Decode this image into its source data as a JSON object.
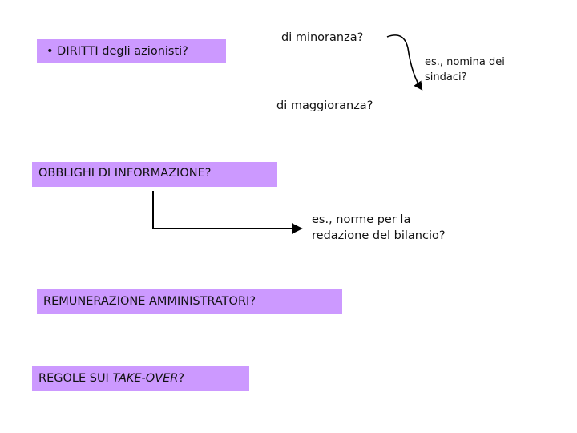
{
  "boxes": {
    "rights": "• DIRITTI degli azionisti?",
    "disclosure": "OBBLIGHI DI INFORMAZIONE?",
    "remuneration": "REMUNERAZIONE AMMINISTRATORI?",
    "takeover_prefix": "REGOLE SUI ",
    "takeover_italic": "TAKE-OVER",
    "takeover_suffix": "?"
  },
  "notes": {
    "minority": "di minoranza?",
    "majority": "di maggioranza?",
    "auditors_line1": "es., nomina dei",
    "auditors_line2": "sindaci?",
    "accounts_line1": "es., norme per la",
    "accounts_line2": "redazione del bilancio?"
  },
  "colors": {
    "box_fill": "#cc99ff",
    "arrow": "#000000"
  }
}
